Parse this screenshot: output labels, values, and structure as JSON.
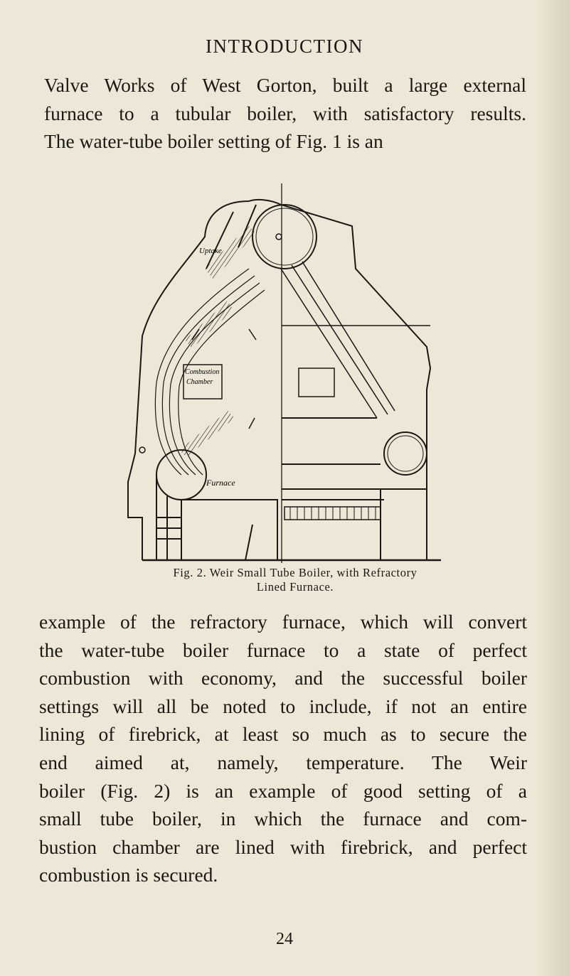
{
  "page": {
    "running_head": "INTRODUCTION",
    "folio": "24"
  },
  "text_top": {
    "lines": [
      "Valve Works of West Gorton, built a large external",
      "furnace to a tubular boiler, with satisfactory results.",
      "The water-tube boiler setting of Fig. 1 is an"
    ]
  },
  "figure": {
    "labels": {
      "uptake": "Uptake",
      "combustion_1": "Combustion",
      "combustion_2": "Chamber",
      "furnace": "Furnace"
    },
    "caption_line1": "Fig. 2. Weir Small Tube Boiler, with Refractory",
    "caption_line2": "Lined Furnace."
  },
  "text_bottom": {
    "lines": [
      "example of the refractory furnace, which will convert",
      "the water-tube boiler furnace to a state of perfect",
      "combustion with economy, and the successful boiler",
      "settings will all be noted to include, if not an entire",
      "lining of firebrick, at least so much as to secure the",
      "end aimed at, namely, temperature. The Weir",
      "boiler (Fig. 2) is an example of good setting of a",
      "small tube boiler, in which the furnace and com-",
      "bustion chamber are lined with firebrick, and perfect",
      "combustion is secured."
    ]
  }
}
